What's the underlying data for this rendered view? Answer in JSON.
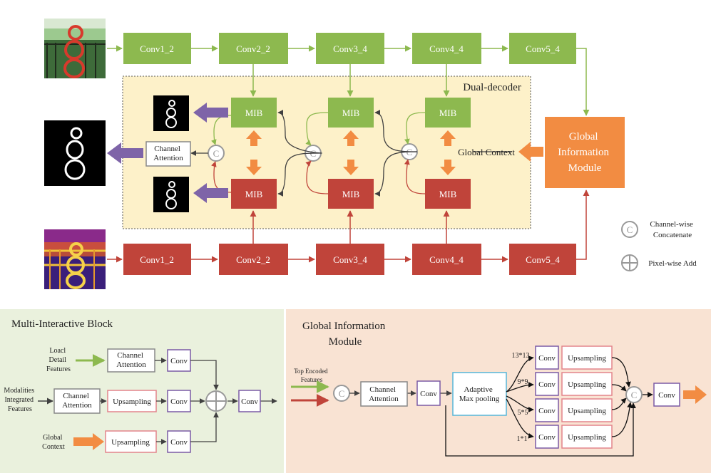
{
  "colors": {
    "green": "#8db94f",
    "red": "#c0443a",
    "orange": "#f28c42",
    "purple": "#7e64a8",
    "decoder_bg": "#fdf1c9",
    "mib_panel_bg": "#eaf1dd",
    "gim_panel_bg": "#f9e3d3",
    "upsampling_border": "#e3848b",
    "pool_border": "#55b6d9",
    "conv_border": "#7a5aa5"
  },
  "top_stream": {
    "stages": [
      "Conv1_2",
      "Conv2_2",
      "Conv3_4",
      "Conv4_4",
      "Conv5_4"
    ]
  },
  "bottom_stream": {
    "stages": [
      "Conv1_2",
      "Conv2_2",
      "Conv3_4",
      "Conv4_4",
      "Conv5_4"
    ]
  },
  "dual_decoder": {
    "title": "Dual-decoder",
    "mib_label": "MIB",
    "concat_symbol": "C",
    "channel_attention": [
      "Channel",
      "Attention"
    ],
    "global_context": "Global Context"
  },
  "gim_block": {
    "label": [
      "Global",
      "Information",
      "Module"
    ]
  },
  "legend": {
    "concat_symbol": "C",
    "concat_label": [
      "Channel-wise",
      "Concatenate"
    ],
    "add_label": "Pixel-wise Add"
  },
  "mib_detail": {
    "title": "Multi-Interactive Block",
    "input_local": [
      "Loacl",
      "Detail",
      "Features"
    ],
    "input_modal": [
      "Modalities",
      "Integrated",
      "Features"
    ],
    "input_global": [
      "Global",
      "Context"
    ],
    "channel_attention": [
      "Channel",
      "Attention"
    ],
    "upsampling": "Upsampling",
    "conv": "Conv"
  },
  "gim_detail": {
    "title": [
      "Global Information",
      "Module"
    ],
    "input_label": [
      "Top Encoded",
      "Features"
    ],
    "concat_symbol": "C",
    "channel_attention": [
      "Channel",
      "Attention"
    ],
    "conv": "Conv",
    "pool": [
      "Adaptive",
      "Max pooling"
    ],
    "scales": [
      "13*13",
      "9*9",
      "5*5",
      "1*1"
    ],
    "upsampling": "Upsampling"
  }
}
